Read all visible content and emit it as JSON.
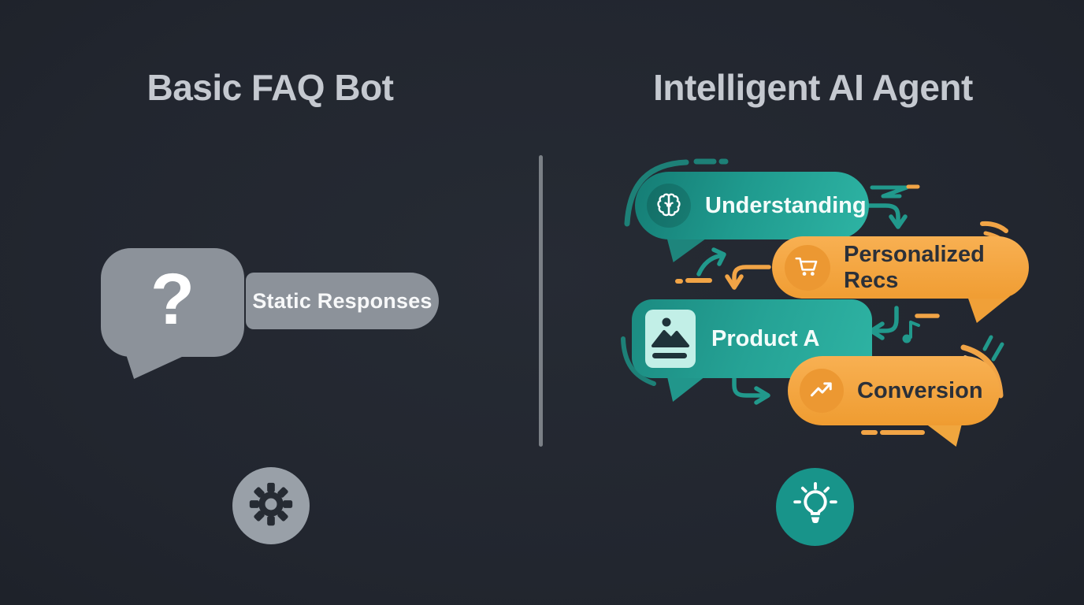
{
  "left_panel": {
    "title": "Basic FAQ Bot",
    "bubble": {
      "symbol": "?",
      "icon": "question-mark"
    },
    "response_pill": {
      "label": "Static Responses"
    },
    "footer_icon": "gear"
  },
  "right_panel": {
    "title": "Intelligent AI Agent",
    "bubbles": [
      {
        "label": "Understanding",
        "icon": "brain",
        "theme": "teal"
      },
      {
        "label": "Personalized Recs",
        "icon": "shopping-cart",
        "theme": "orange"
      },
      {
        "label": "Product A",
        "icon": "product-image",
        "theme": "teal"
      },
      {
        "label": "Conversion",
        "icon": "trending-up",
        "theme": "orange"
      }
    ],
    "footer_icon": "lightbulb"
  },
  "colors": {
    "background": "#232830",
    "title_text": "#c5c9d0",
    "neutral_gray": "#8c929a",
    "divider_gray": "#7b8086",
    "teal": "#21998c",
    "teal_dark": "#17837a",
    "teal_light": "#2eb4a4",
    "orange": "#f2a54a",
    "orange_deep": "#ec9832",
    "dark_text": "#2b3039",
    "light_text": "#f3fcfa"
  }
}
